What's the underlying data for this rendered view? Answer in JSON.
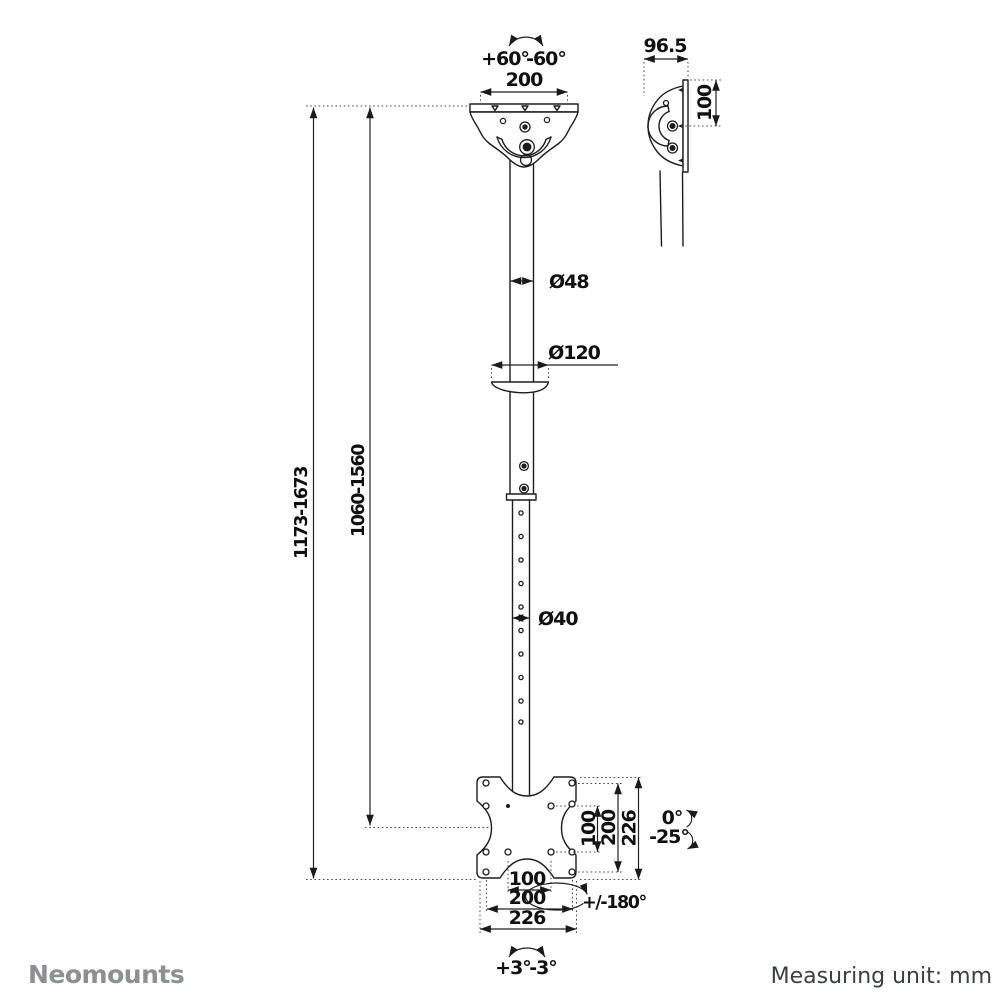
{
  "product_drawing": {
    "top_unit": {
      "swivel_pos": "+60°",
      "swivel_neg": "-60°",
      "plate_width": "200",
      "side_depth": "96.5",
      "side_hole_spacing": "100"
    },
    "pole": {
      "upper_diameter": "Ø48",
      "collar_diameter": "Ø120",
      "lower_diameter": "Ø40",
      "overall_height_range": "1173-1673",
      "inner_height_range": "1060-1560"
    },
    "vesa": {
      "v_inner": "100",
      "v_outer": "200",
      "v_plate": "226",
      "h_inner": "100",
      "h_outer": "200",
      "h_plate": "226"
    },
    "angles": {
      "tilt_up": "0°",
      "tilt_down": "-25°",
      "rotation": "+/-180°",
      "level_pos": "+3°",
      "level_neg": "-3°"
    }
  },
  "footer": {
    "brand": "Neomounts",
    "measuring_unit": "Measuring unit: mm"
  }
}
